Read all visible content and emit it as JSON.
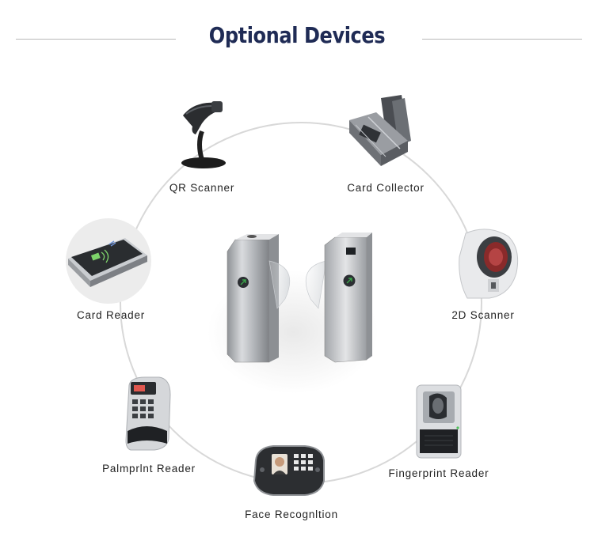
{
  "title": "Optional Devices",
  "colors": {
    "title": "#1f2b55",
    "ring": "#d6d6d6",
    "divider": "#b9b9b9"
  },
  "center_product": {
    "icon": "flap-barrier-turnstile-icon"
  },
  "devices": [
    {
      "label": "QR Scanner",
      "icon": "qr-scanner-icon"
    },
    {
      "label": "Card Collector",
      "icon": "card-collector-icon"
    },
    {
      "label": "Card Reader",
      "icon": "card-reader-icon"
    },
    {
      "label": "2D Scanner",
      "icon": "2d-scanner-icon"
    },
    {
      "label": "Palmprlnt Reader",
      "icon": "palmprint-reader-icon"
    },
    {
      "label": "Fingerprint Reader",
      "icon": "fingerprint-reader-icon"
    },
    {
      "label": "Face Recognltion",
      "icon": "face-recognition-icon"
    }
  ]
}
